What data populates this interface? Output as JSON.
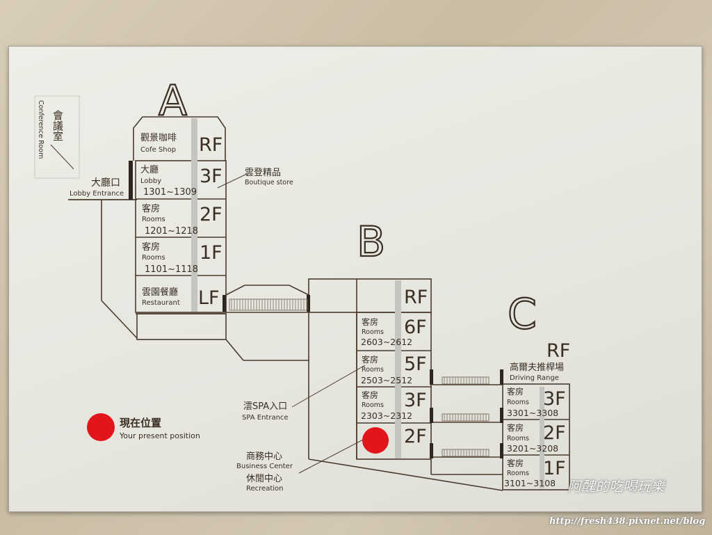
{
  "buildings": {
    "a": "A",
    "b": "B",
    "c": "C"
  },
  "conference": {
    "zh": "會議室",
    "en": "Conference Room"
  },
  "lobby_entrance": {
    "zh": "大廳口",
    "en": "Lobby Entrance"
  },
  "boutique": {
    "zh": "雲登精品",
    "en": "Boutique store"
  },
  "spa_entrance": {
    "zh": "澐SPA入口",
    "en": "SPA Entrance"
  },
  "business_center": {
    "zh": "商務中心",
    "en": "Business Center"
  },
  "recreation": {
    "zh": "休閒中心",
    "en": "Recreation"
  },
  "driving_range": {
    "rf": "RF",
    "zh": "高爾夫推桿場",
    "en": "Driving Range"
  },
  "legend": {
    "zh": "現在位置",
    "en": "Your present position",
    "color": "#e3141b"
  },
  "building_a": [
    {
      "zh": "觀景咖啡",
      "en": "Cofe Shop",
      "rooms": "",
      "floor": "RF"
    },
    {
      "zh": "大廳",
      "en": "Lobby",
      "rooms": "1301~1309",
      "floor": "3F"
    },
    {
      "zh": "客房",
      "en": "Rooms",
      "rooms": "1201~1218",
      "floor": "2F"
    },
    {
      "zh": "客房",
      "en": "Rooms",
      "rooms": "1101~1118",
      "floor": "1F"
    },
    {
      "zh": "雲園餐廳",
      "en": "Restaurant",
      "rooms": "",
      "floor": "LF"
    }
  ],
  "building_b": [
    {
      "zh": "",
      "en": "",
      "rooms": "",
      "floor": "RF"
    },
    {
      "zh": "客房",
      "en": "Rooms",
      "rooms": "2603~2612",
      "floor": "6F"
    },
    {
      "zh": "客房",
      "en": "Rooms",
      "rooms": "2503~2512",
      "floor": "5F"
    },
    {
      "zh": "客房",
      "en": "Rooms",
      "rooms": "2303~2312",
      "floor": "3F"
    },
    {
      "zh": "",
      "en": "",
      "rooms": "",
      "floor": "2F"
    }
  ],
  "building_c": [
    {
      "zh": "客房",
      "en": "Rooms",
      "rooms": "3301~3308",
      "floor": "3F"
    },
    {
      "zh": "客房",
      "en": "Rooms",
      "rooms": "3201~3208",
      "floor": "2F"
    },
    {
      "zh": "客房",
      "en": "Rooms",
      "rooms": "3101~3108",
      "floor": "1F"
    }
  ],
  "watermark": {
    "name": "阿醜的吃喝玩樂",
    "url": "http://fresh438.pixnet.net/blog"
  }
}
